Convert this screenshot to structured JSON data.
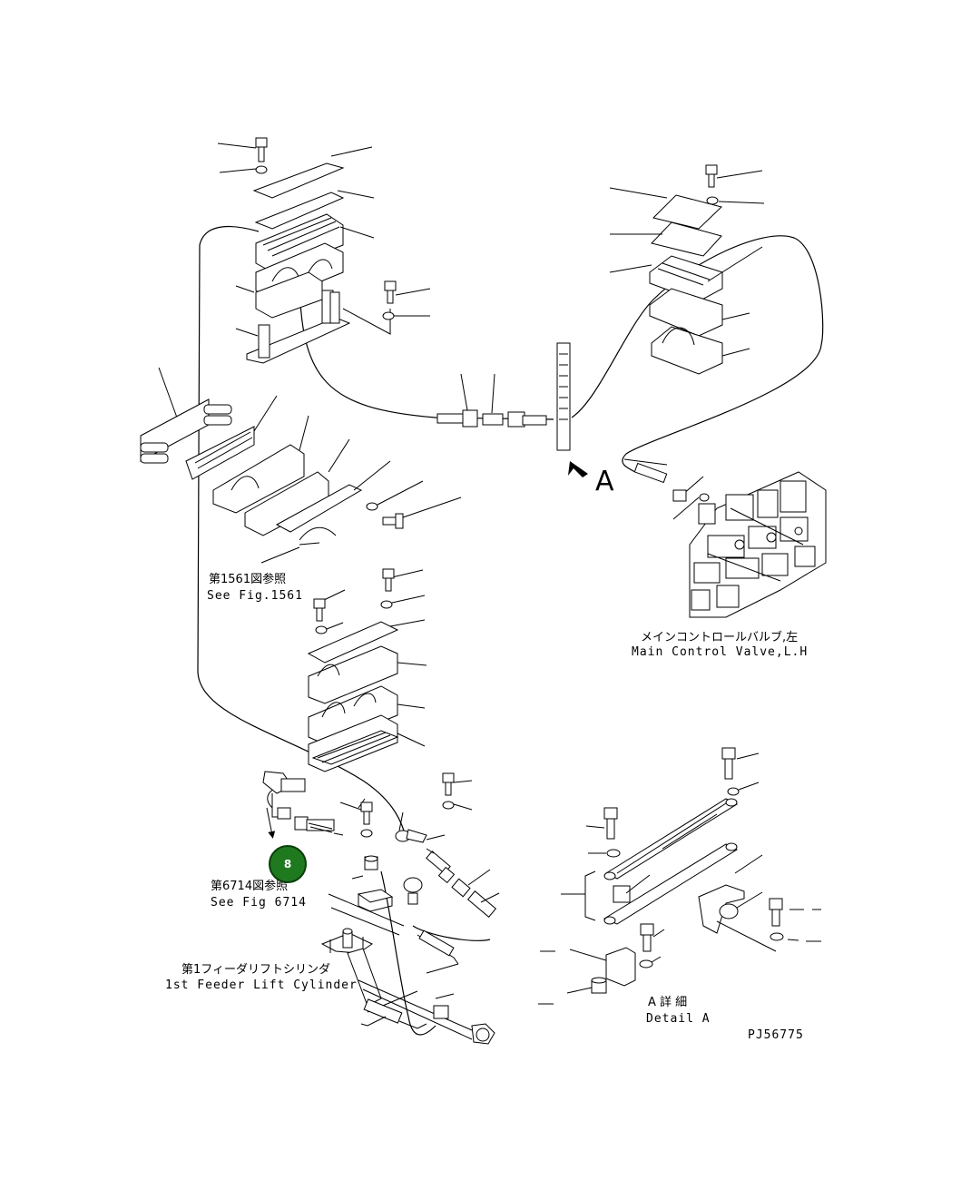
{
  "labels": {
    "see_fig_1561_jp": "第1561図参照",
    "see_fig_1561_en": "See Fig.1561",
    "main_valve_jp": "メインコントロールバルブ,左",
    "main_valve_en": "Main Control Valve,L.H",
    "see_fig_6714_jp": "第6714図参照",
    "see_fig_6714_en": "See Fig 6714",
    "cylinder_jp": "第1フィーダリフトシリンダ",
    "cylinder_en": "1st Feeder Lift Cylinder",
    "detail_jp": "A 詳 細",
    "detail_en": "Detail A",
    "view_a": "A",
    "drawing_no": "PJ56775"
  },
  "hotspot": {
    "label": "8",
    "color": "#1f7a1f"
  },
  "icons": {
    "view_arrow": "arrow-icon"
  }
}
